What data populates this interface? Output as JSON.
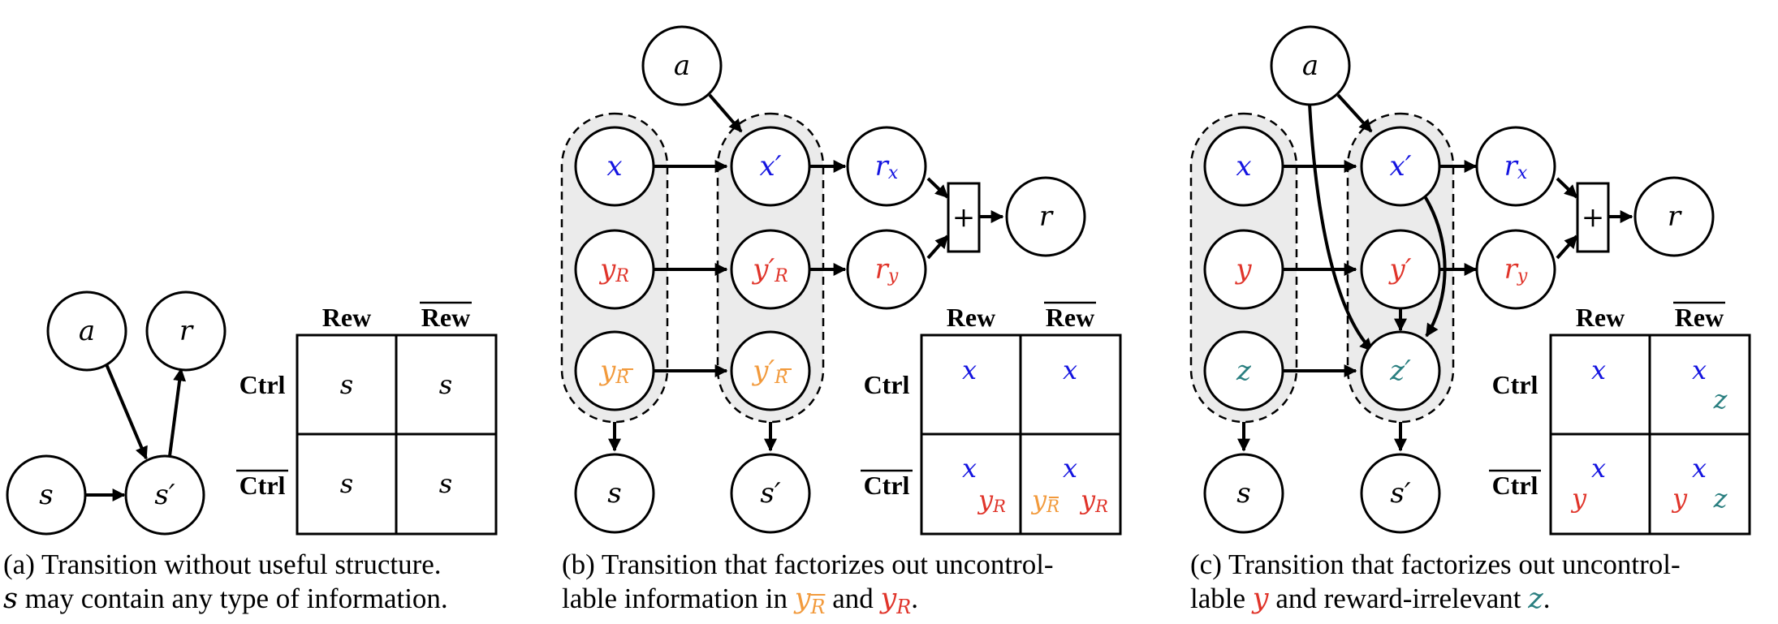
{
  "colors": {
    "x": "#1414e0",
    "y": "#e0342a",
    "ybar": "#f29a3c",
    "z": "#2a7f80",
    "group_fill": "#ebebeb"
  },
  "panel_a": {
    "nodes": {
      "a": "a",
      "r": "r",
      "s": "s",
      "s_prime": "s′"
    },
    "table": {
      "col_rew": "Rew",
      "col_rewbar": "Rew",
      "row_ctrl": "Ctrl",
      "row_ctrlbar": "Ctrl",
      "c11": "s",
      "c12": "s",
      "c21": "s",
      "c22": "s"
    },
    "caption_line1": "(a) Transition without useful structure.",
    "caption_line2_math": "s",
    "caption_line2_text": " may contain any type of information."
  },
  "panel_b": {
    "nodes": {
      "a": "a",
      "x": "x",
      "x_prime": "x′",
      "yR_base": "y",
      "yR_sub": "R",
      "yR_prime_base": "y′",
      "yR_prime_sub": "R",
      "ybar_base": "y",
      "ybar_sub": "R",
      "ybar_prime_base": "y′",
      "ybar_prime_sub": "R",
      "rx_base": "r",
      "rx_sub": "x",
      "ry_base": "r",
      "ry_sub": "y",
      "plus": "+",
      "r": "r",
      "s": "s",
      "s_prime": "s′"
    },
    "table": {
      "col_rew": "Rew",
      "col_rewbar": "Rew",
      "row_ctrl": "Ctrl",
      "row_ctrlbar": "Ctrl",
      "c11_x": "x",
      "c12_x": "x",
      "c21_x": "x",
      "c22_x": "x",
      "c21_y_base": "y",
      "c21_y_sub": "R",
      "c22_ybar_base": "y",
      "c22_ybar_sub": "R",
      "c22_y_base": "y",
      "c22_y_sub": "R"
    },
    "caption_line1": "(b) Transition that factorizes out uncontrol-",
    "caption_line2_a": "lable information in ",
    "caption_line2_ybar_base": "y",
    "caption_line2_ybar_sub": "R",
    "caption_line2_b": " and ",
    "caption_line2_y_base": "y",
    "caption_line2_y_sub": "R",
    "caption_line2_c": "."
  },
  "panel_c": {
    "nodes": {
      "a": "a",
      "x": "x",
      "x_prime": "x′",
      "y": "y",
      "y_prime": "y′",
      "z": "z",
      "z_prime": "z′",
      "rx_base": "r",
      "rx_sub": "x",
      "ry_base": "r",
      "ry_sub": "y",
      "plus": "+",
      "r": "r",
      "s": "s",
      "s_prime": "s′"
    },
    "table": {
      "col_rew": "Rew",
      "col_rewbar": "Rew",
      "row_ctrl": "Ctrl",
      "row_ctrlbar": "Ctrl",
      "c11_x": "x",
      "c12_x": "x",
      "c12_z": "z",
      "c21_x": "x",
      "c21_y": "y",
      "c22_x": "x",
      "c22_y": "y",
      "c22_z": "z"
    },
    "caption_line1": "(c) Transition that factorizes out uncontrol-",
    "caption_line2_a": "lable ",
    "caption_line2_y": "y",
    "caption_line2_b": " and reward-irrelevant ",
    "caption_line2_z": "z",
    "caption_line2_c": "."
  }
}
